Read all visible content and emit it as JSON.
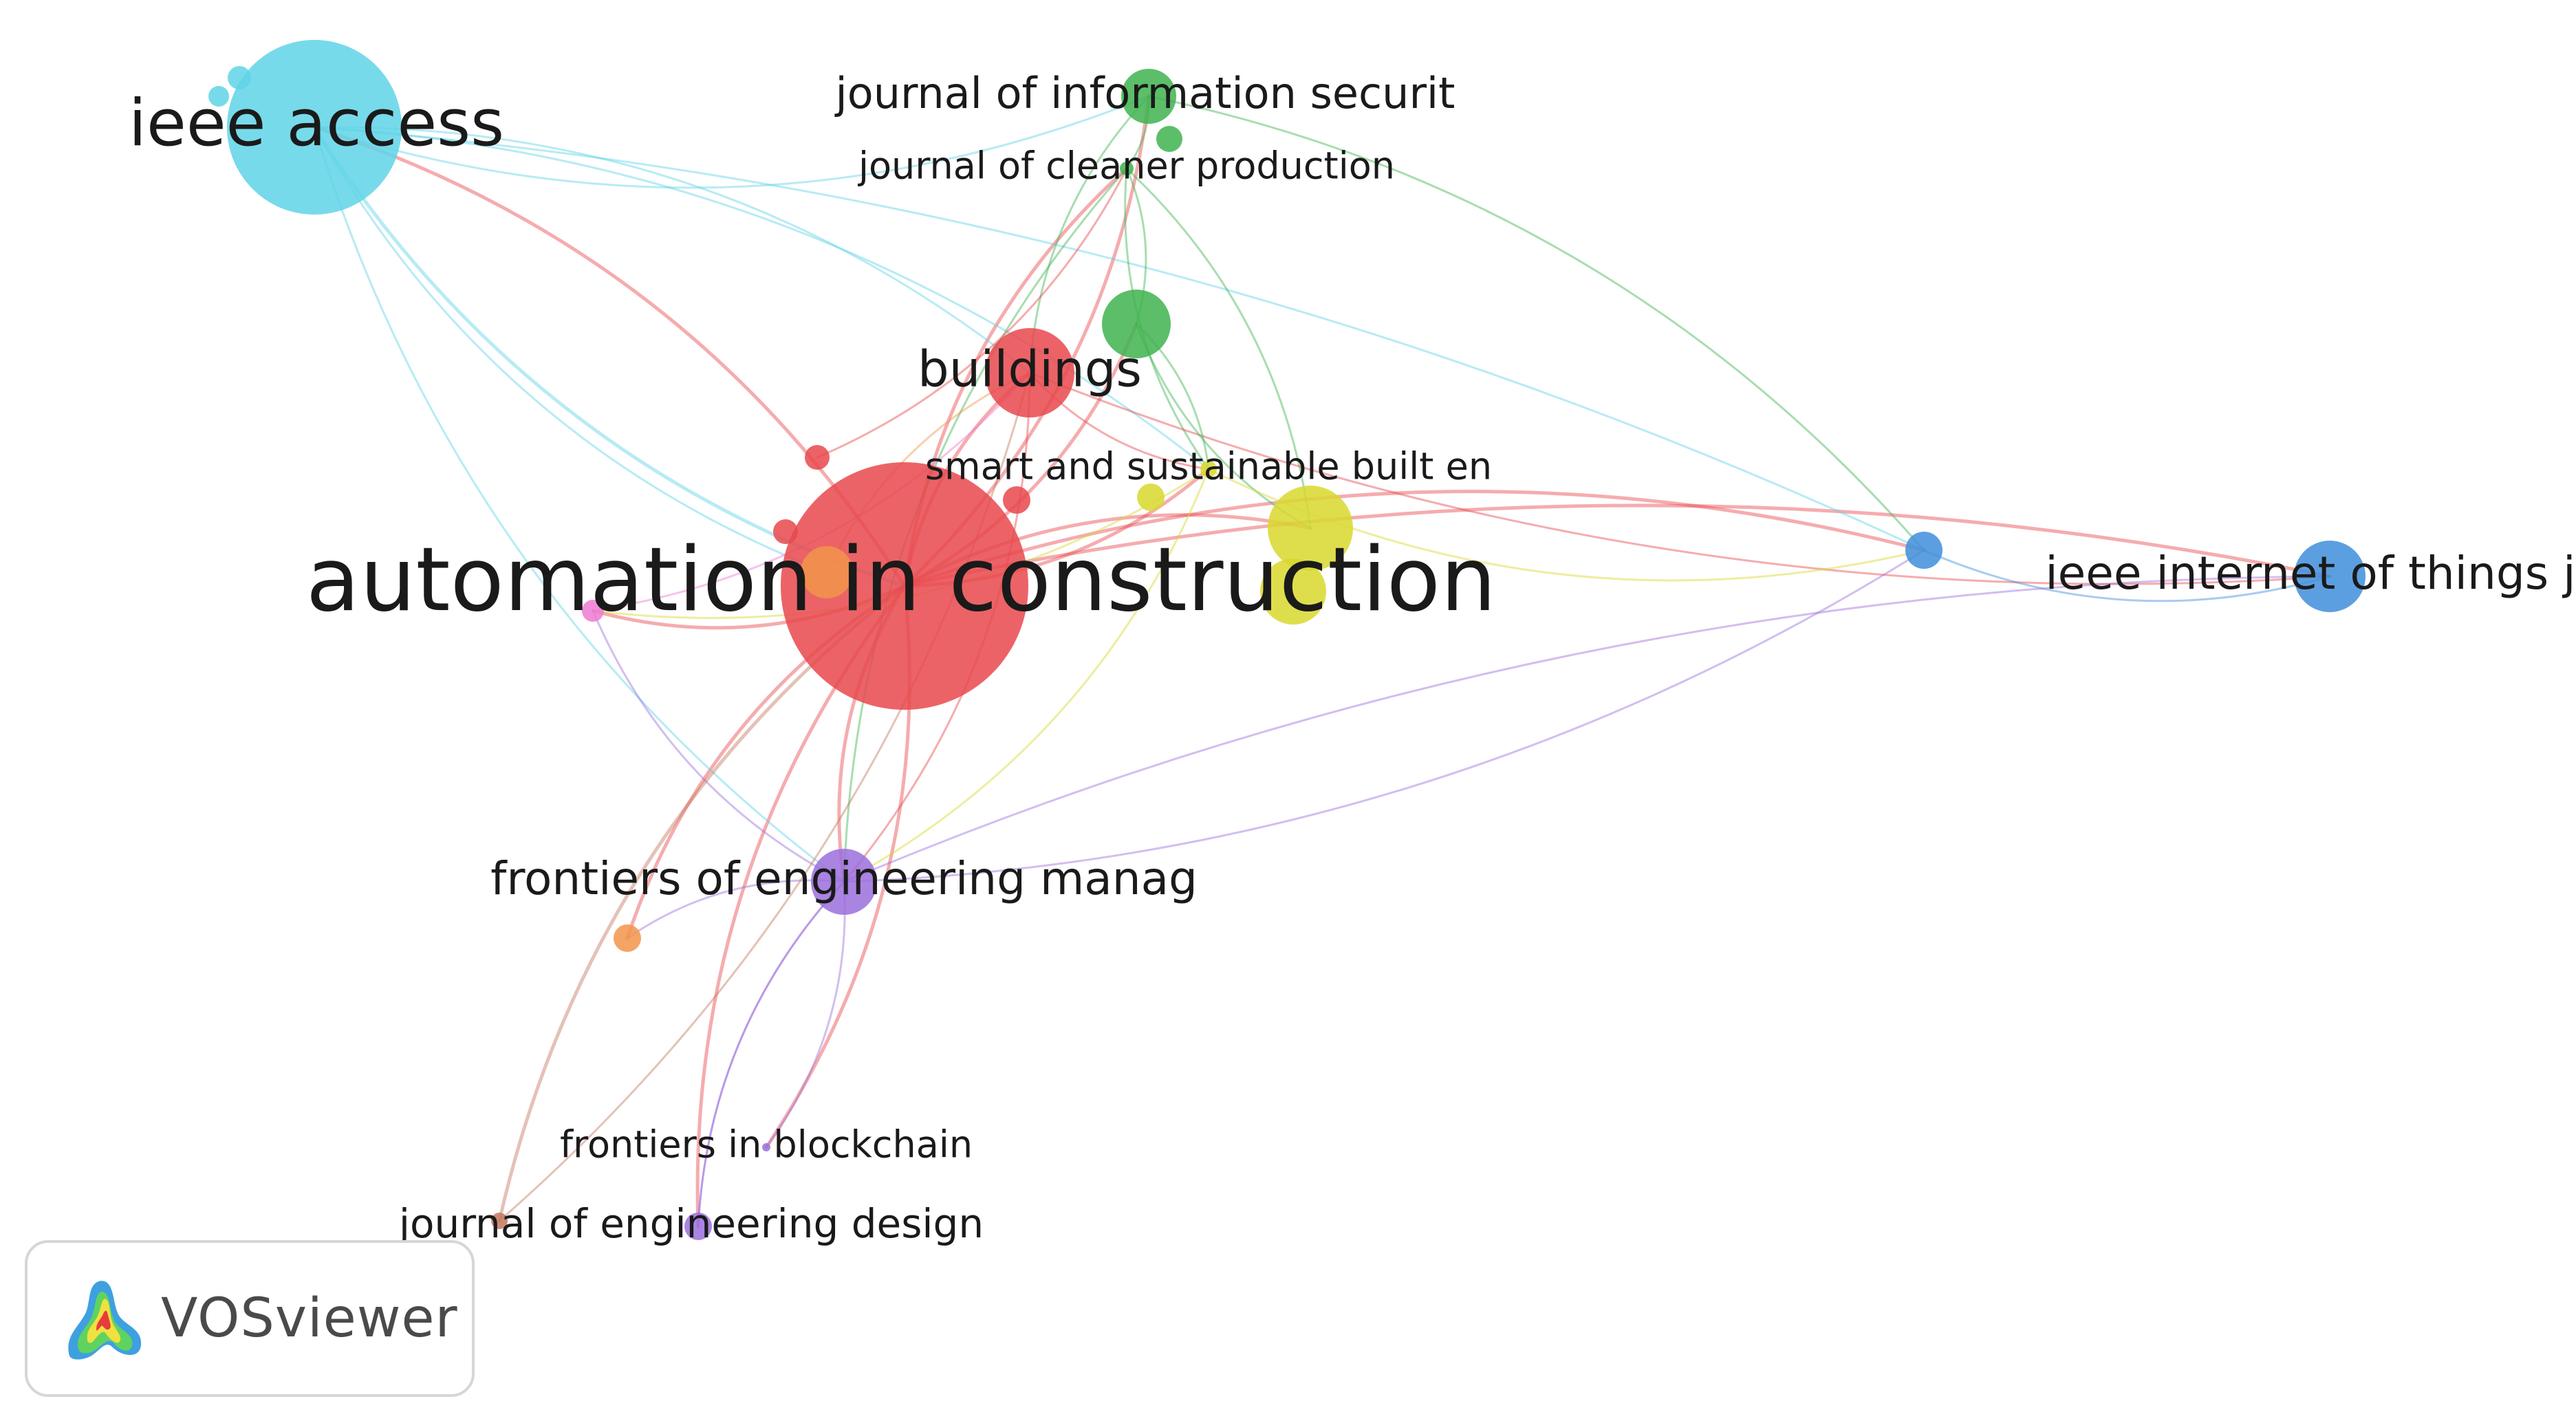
{
  "network": {
    "clusters": {
      "red": "#e8484c",
      "green": "#3fb34f",
      "cyan": "#5fd3e6",
      "yellow": "#d8d82e",
      "purple": "#9b6fdc",
      "blue": "#3f8edb",
      "orange": "#f2944a",
      "pink": "#ee7ad2",
      "brown": "#c47860"
    },
    "nodes": [
      {
        "id": "aic",
        "label": "automation in construction",
        "cluster": "red"
      },
      {
        "id": "ieee_access",
        "label": "ieee access",
        "cluster": "cyan"
      },
      {
        "id": "buildings",
        "label": "buildings",
        "cluster": "red"
      },
      {
        "id": "jis",
        "label": "journal of information securit",
        "cluster": "green"
      },
      {
        "id": "jcp",
        "label": "journal of cleaner production",
        "cluster": "green"
      },
      {
        "id": "sasbe",
        "label": "smart and sustainable built en",
        "cluster": "yellow"
      },
      {
        "id": "iot",
        "label": "ieee internet of things jou",
        "cluster": "blue"
      },
      {
        "id": "fem",
        "label": "frontiers of engineering manag",
        "cluster": "purple"
      },
      {
        "id": "fib",
        "label": "frontiers in blockchain",
        "cluster": "purple"
      },
      {
        "id": "jed",
        "label": "journal of engineering design",
        "cluster": "purple"
      },
      {
        "id": "green_mid",
        "label": "",
        "cluster": "green"
      },
      {
        "id": "green_small",
        "label": "",
        "cluster": "green"
      },
      {
        "id": "yellow_big2",
        "label": "",
        "cluster": "yellow"
      },
      {
        "id": "yellow_small",
        "label": "",
        "cluster": "yellow"
      },
      {
        "id": "yellow_tiny",
        "label": "",
        "cluster": "yellow"
      },
      {
        "id": "red_s1",
        "label": "",
        "cluster": "red"
      },
      {
        "id": "red_s2",
        "label": "",
        "cluster": "red"
      },
      {
        "id": "red_s3",
        "label": "",
        "cluster": "red"
      },
      {
        "id": "orange_in",
        "label": "",
        "cluster": "orange"
      },
      {
        "id": "orange_low",
        "label": "",
        "cluster": "orange"
      },
      {
        "id": "pink_left",
        "label": "",
        "cluster": "pink"
      },
      {
        "id": "blue_hub",
        "label": "",
        "cluster": "blue"
      },
      {
        "id": "cyan_s1",
        "label": "",
        "cluster": "cyan"
      },
      {
        "id": "cyan_s2",
        "label": "",
        "cluster": "cyan"
      },
      {
        "id": "brown_low",
        "label": "",
        "cluster": "brown"
      }
    ],
    "edges": [
      [
        "aic",
        "ieee_access"
      ],
      [
        "aic",
        "buildings"
      ],
      [
        "aic",
        "jis"
      ],
      [
        "aic",
        "jcp"
      ],
      [
        "aic",
        "sasbe"
      ],
      [
        "aic",
        "iot"
      ],
      [
        "aic",
        "fem"
      ],
      [
        "aic",
        "blue_hub"
      ],
      [
        "aic",
        "green_mid"
      ],
      [
        "aic",
        "yellow_big2"
      ],
      [
        "aic",
        "orange_low"
      ],
      [
        "aic",
        "pink_left"
      ],
      [
        "aic",
        "jed"
      ],
      [
        "aic",
        "fib"
      ],
      [
        "ieee_access",
        "aic"
      ],
      [
        "ieee_access",
        "buildings"
      ],
      [
        "ieee_access",
        "jis"
      ],
      [
        "ieee_access",
        "blue_hub"
      ],
      [
        "ieee_access",
        "fem"
      ],
      [
        "ieee_access",
        "sasbe"
      ],
      [
        "ieee_access",
        "orange_in"
      ],
      [
        "jis",
        "jcp"
      ],
      [
        "jis",
        "buildings"
      ],
      [
        "jis",
        "blue_hub"
      ],
      [
        "jcp",
        "sasbe"
      ],
      [
        "jcp",
        "green_mid"
      ],
      [
        "jcp",
        "fem"
      ],
      [
        "jcp",
        "yellow_big2"
      ],
      [
        "buildings",
        "sasbe"
      ],
      [
        "buildings",
        "fem"
      ],
      [
        "buildings",
        "iot"
      ],
      [
        "green_mid",
        "sasbe"
      ],
      [
        "green_mid",
        "yellow_big2"
      ],
      [
        "sasbe",
        "fem"
      ],
      [
        "sasbe",
        "blue_hub"
      ],
      [
        "sasbe",
        "pink_left"
      ],
      [
        "blue_hub",
        "iot"
      ],
      [
        "fem",
        "iot"
      ],
      [
        "fem",
        "blue_hub"
      ],
      [
        "fem",
        "fib"
      ],
      [
        "fem",
        "jed"
      ],
      [
        "fem",
        "pink_left"
      ],
      [
        "fem",
        "orange_low"
      ],
      [
        "brown_low",
        "aic"
      ],
      [
        "brown_low",
        "buildings"
      ],
      [
        "jed",
        "fem"
      ],
      [
        "pink_left",
        "buildings"
      ],
      [
        "orange_in",
        "buildings"
      ],
      [
        "red_s1",
        "jcp"
      ]
    ]
  },
  "logo": {
    "name": "VOSviewer",
    "icon": "vosviewer-logo-icon"
  }
}
